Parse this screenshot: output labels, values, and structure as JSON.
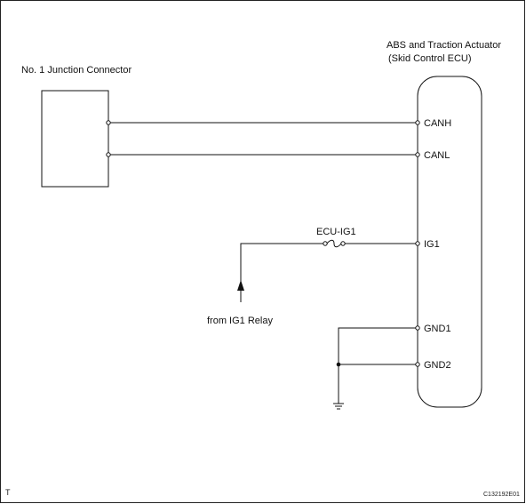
{
  "junction_connector": {
    "title": "No. 1 Junction Connector"
  },
  "ecu": {
    "title_line1": "ABS and Traction Actuator",
    "title_line2": "(Skid Control ECU)"
  },
  "terminals": {
    "canh": "CANH",
    "canl": "CANL",
    "ig1": "IG1",
    "gnd1": "GND1",
    "gnd2": "GND2"
  },
  "fuse": {
    "label": "ECU-IG1"
  },
  "source": {
    "label": "from IG1 Relay"
  },
  "footer": {
    "left_mark": "T",
    "figure_code": "C132192E01"
  },
  "colors": {
    "line": "#111111",
    "background": "#ffffff"
  },
  "icons": {
    "fuse": "fuse-icon",
    "ground": "ground-icon",
    "arrow": "arrow-up-icon"
  }
}
